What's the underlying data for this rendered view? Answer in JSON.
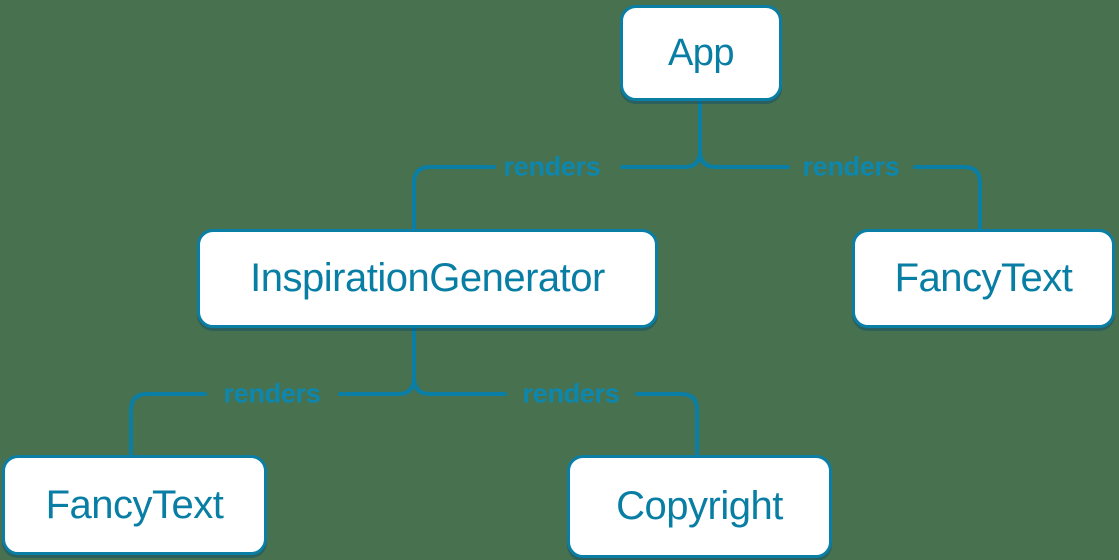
{
  "diagram": {
    "type": "component-render-tree",
    "nodes": [
      {
        "id": "app",
        "label": "App"
      },
      {
        "id": "inspiration-generator",
        "label": "InspirationGenerator"
      },
      {
        "id": "fancy-text-top",
        "label": "FancyText"
      },
      {
        "id": "fancy-text-bottom",
        "label": "FancyText"
      },
      {
        "id": "copyright",
        "label": "Copyright"
      }
    ],
    "edges": [
      {
        "from": "App",
        "to": "InspirationGenerator",
        "label": "renders"
      },
      {
        "from": "App",
        "to": "FancyText",
        "label": "renders"
      },
      {
        "from": "InspirationGenerator",
        "to": "FancyText",
        "label": "renders"
      },
      {
        "from": "InspirationGenerator",
        "to": "Copyright",
        "label": "renders"
      }
    ],
    "colors": {
      "background": "#47714F",
      "connector_line": "#0a7ea4",
      "node_border": "#0a7ea4",
      "node_fill": "#ffffff",
      "node_text": "#087ea4",
      "edge_label_text": "#0d87ae"
    }
  }
}
